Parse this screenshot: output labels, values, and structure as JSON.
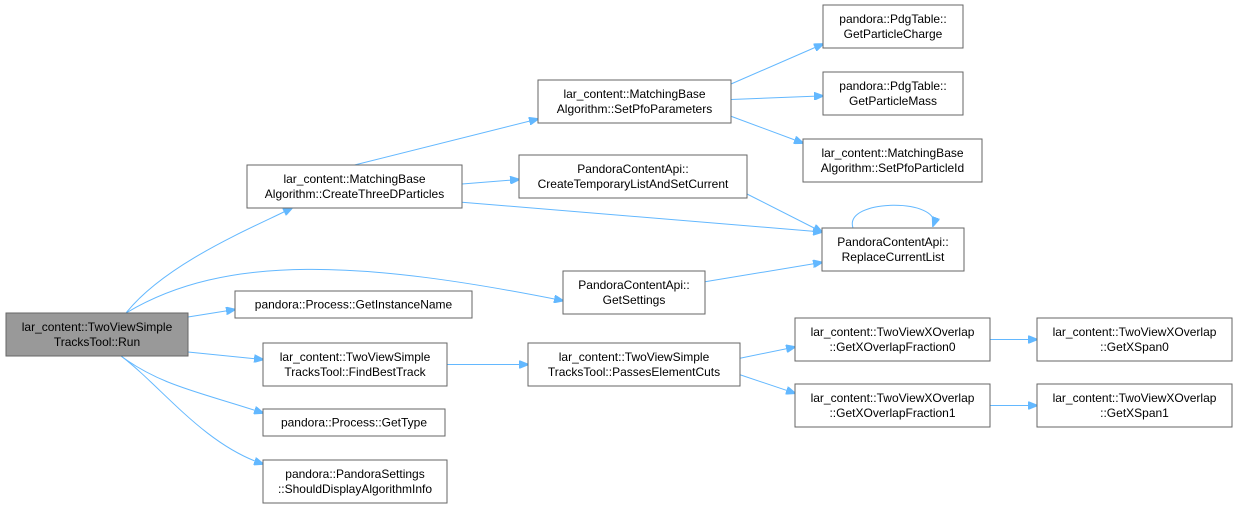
{
  "nodes": [
    {
      "id": "run",
      "lines": [
        "lar_content::TwoViewSimple",
        "TracksTool::Run"
      ],
      "root": true
    },
    {
      "id": "createThreeD",
      "lines": [
        "lar_content::MatchingBase",
        "Algorithm::CreateThreeDParticles"
      ]
    },
    {
      "id": "getSettings",
      "lines": [
        "PandoraContentApi::",
        "GetSettings"
      ]
    },
    {
      "id": "getInstanceName",
      "lines": [
        "pandora::Process::GetInstanceName"
      ]
    },
    {
      "id": "findBestTrack",
      "lines": [
        "lar_content::TwoViewSimple",
        "TracksTool::FindBestTrack"
      ]
    },
    {
      "id": "getType",
      "lines": [
        "pandora::Process::GetType"
      ]
    },
    {
      "id": "shouldDisplay",
      "lines": [
        "pandora::PandoraSettings",
        "::ShouldDisplayAlgorithmInfo"
      ]
    },
    {
      "id": "setPfoParams",
      "lines": [
        "lar_content::MatchingBase",
        "Algorithm::SetPfoParameters"
      ]
    },
    {
      "id": "createTemp",
      "lines": [
        "PandoraContentApi::",
        "CreateTemporaryListAndSetCurrent"
      ]
    },
    {
      "id": "replaceCurrent",
      "lines": [
        "PandoraContentApi::",
        "ReplaceCurrentList"
      ]
    },
    {
      "id": "getCharge",
      "lines": [
        "pandora::PdgTable::",
        "GetParticleCharge"
      ]
    },
    {
      "id": "getMass",
      "lines": [
        "pandora::PdgTable::",
        "GetParticleMass"
      ]
    },
    {
      "id": "setPfoId",
      "lines": [
        "lar_content::MatchingBase",
        "Algorithm::SetPfoParticleId"
      ]
    },
    {
      "id": "passesCuts",
      "lines": [
        "lar_content::TwoViewSimple",
        "TracksTool::PassesElementCuts"
      ]
    },
    {
      "id": "overlap0",
      "lines": [
        "lar_content::TwoViewXOverlap",
        "::GetXOverlapFraction0"
      ]
    },
    {
      "id": "overlap1",
      "lines": [
        "lar_content::TwoViewXOverlap",
        "::GetXOverlapFraction1"
      ]
    },
    {
      "id": "span0",
      "lines": [
        "lar_content::TwoViewXOverlap",
        "::GetXSpan0"
      ]
    },
    {
      "id": "span1",
      "lines": [
        "lar_content::TwoViewXOverlap",
        "::GetXSpan1"
      ]
    }
  ],
  "edges": [
    {
      "from": "run",
      "to": "createThreeD"
    },
    {
      "from": "run",
      "to": "getSettings"
    },
    {
      "from": "run",
      "to": "getInstanceName"
    },
    {
      "from": "run",
      "to": "findBestTrack"
    },
    {
      "from": "run",
      "to": "getType"
    },
    {
      "from": "run",
      "to": "shouldDisplay"
    },
    {
      "from": "createThreeD",
      "to": "setPfoParams"
    },
    {
      "from": "createThreeD",
      "to": "createTemp"
    },
    {
      "from": "createThreeD",
      "to": "replaceCurrent"
    },
    {
      "from": "setPfoParams",
      "to": "getCharge"
    },
    {
      "from": "setPfoParams",
      "to": "getMass"
    },
    {
      "from": "setPfoParams",
      "to": "setPfoId"
    },
    {
      "from": "createTemp",
      "to": "replaceCurrent"
    },
    {
      "from": "replaceCurrent",
      "to": "replaceCurrent"
    },
    {
      "from": "getSettings",
      "to": "replaceCurrent"
    },
    {
      "from": "findBestTrack",
      "to": "passesCuts"
    },
    {
      "from": "passesCuts",
      "to": "overlap0"
    },
    {
      "from": "passesCuts",
      "to": "overlap1"
    },
    {
      "from": "overlap0",
      "to": "span0"
    },
    {
      "from": "overlap1",
      "to": "span1"
    }
  ],
  "colors": {
    "edge": "#63b8ff",
    "root_fill": "#999999",
    "border": "#666666"
  }
}
